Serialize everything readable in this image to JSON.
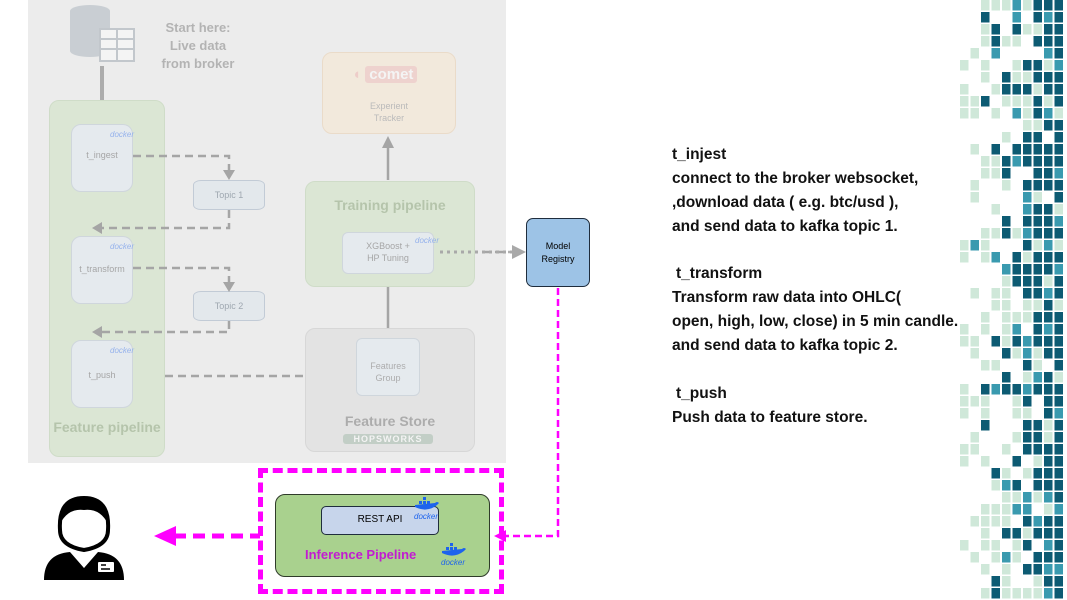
{
  "faded": {
    "source_label_line1": "Start here:",
    "source_label_line2": "Live data",
    "source_label_line3": "from broker",
    "comet_logo": "comet",
    "tracker_line1": "Experient",
    "tracker_line2": "Tracker",
    "t_ingest": "t_ingest",
    "t_transform": "t_transform",
    "t_push": "t_push",
    "topic1": "Topic 1",
    "topic2": "Topic 2",
    "feature_pipeline": "Feature pipeline",
    "training_pipeline": "Training pipeline",
    "xgboost_line1": "XGBoost +",
    "xgboost_line2": "HP Tuning",
    "features_line1": "Features",
    "features_line2": "Group",
    "feature_store": "Feature Store",
    "hopsworks": "HOPSWORKS",
    "docker_small": "docker"
  },
  "model_registry": {
    "line1": "Model",
    "line2": "Registry"
  },
  "inference": {
    "rest_api": "REST API",
    "title": "Inference Pipeline",
    "docker_label": "docker"
  },
  "description": {
    "ingest_title": "t_injest",
    "ingest_l1": "connect to the broker websocket,",
    "ingest_l2": ",download data ( e.g. btc/usd ),",
    "ingest_l3": "and send data to kafka topic 1.",
    "transform_title": "t_transform",
    "transform_l1": "Transform raw data into OHLC(",
    "transform_l2": "open, high, low, close) in 5 min candle.",
    "transform_l3": "and send data to kafka topic 2.",
    "push_title": "t_push",
    "push_l1": "Push data to feature store."
  },
  "icons": {
    "user": "user-avatar-icon",
    "database": "database-icon",
    "docker": "docker-whale-icon"
  },
  "colors": {
    "magenta": "#ff00ff",
    "inference_green": "#a9d18e",
    "registry_blue": "#9dc3e6",
    "mosaic_dark": "#0d5b73",
    "mosaic_mid": "#3a9aaf",
    "mosaic_light": "#cfe8d9"
  }
}
